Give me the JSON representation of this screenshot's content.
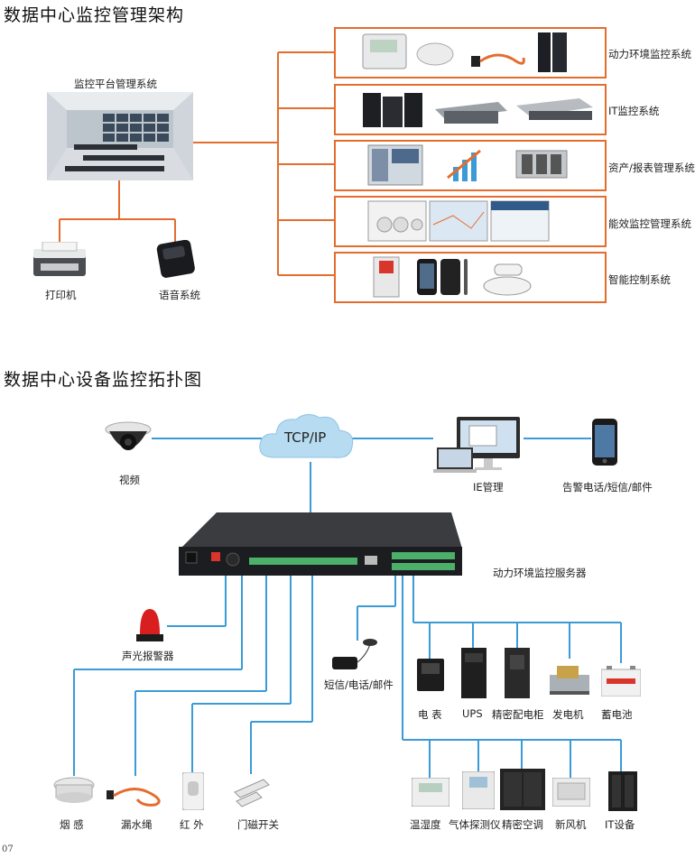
{
  "section1": {
    "title": "数据中心监控管理架构",
    "platform_label": "监控平台管理系统",
    "printer_label": "打印机",
    "voice_label": "语音系统",
    "systems": [
      {
        "label": "动力环境监控系统"
      },
      {
        "label": "IT监控系统"
      },
      {
        "label": "资产/报表管理系统"
      },
      {
        "label": "能效监控管理系统"
      },
      {
        "label": "智能控制系统"
      }
    ]
  },
  "section2": {
    "title": "数据中心设备监控拓扑图",
    "cloud_label": "TCP/IP",
    "camera_label": "视频",
    "ie_label": "IE管理",
    "alarm_label": "告警电话/短信/邮件",
    "server_label": "动力环境监控服务器",
    "siren_label": "声光报警器",
    "sms_label": "短信/电话/邮件",
    "bottom_left": [
      {
        "label": "烟 感"
      },
      {
        "label": "漏水绳"
      },
      {
        "label": "红 外"
      },
      {
        "label": "门磁开关"
      }
    ],
    "row1": [
      {
        "label": "电 表"
      },
      {
        "label": "UPS"
      },
      {
        "label": "精密配电柜"
      },
      {
        "label": "发电机"
      },
      {
        "label": "蓄电池"
      }
    ],
    "row2": [
      {
        "label": "温湿度"
      },
      {
        "label": "气体探测仪"
      },
      {
        "label": "精密空调"
      },
      {
        "label": "新风机"
      },
      {
        "label": "IT设备"
      }
    ]
  },
  "page_number": "07",
  "colors": {
    "orange": "#e46d2e",
    "blue": "#3a9bd6"
  }
}
